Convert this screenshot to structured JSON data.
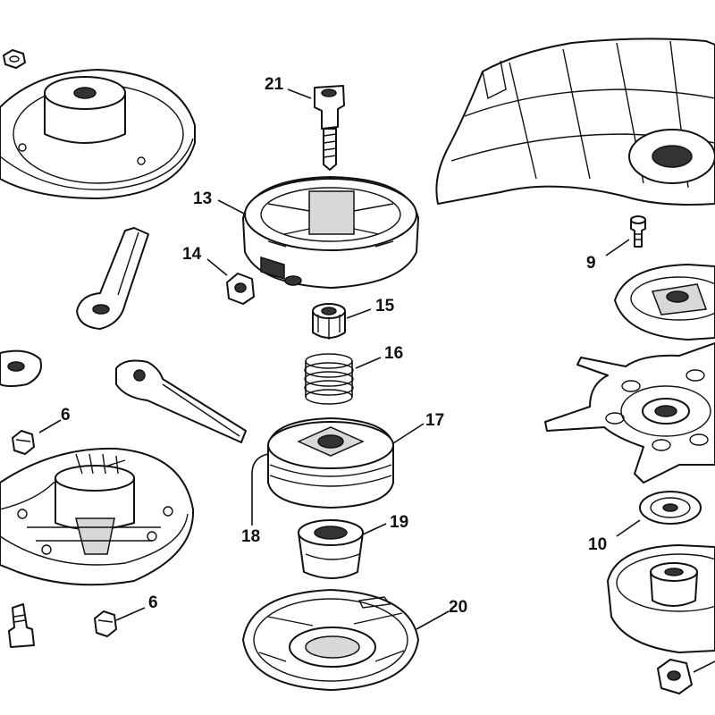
{
  "callouts": {
    "p6a": "6",
    "p6b": "6",
    "p9": "9",
    "p10": "10",
    "p13": "13",
    "p14": "14",
    "p15": "15",
    "p16": "16",
    "p17": "17",
    "p18": "18",
    "p19": "19",
    "p20": "20",
    "p21": "21"
  },
  "colors": {
    "line": "#111111",
    "paper": "#ffffff",
    "shade": "#d8d8d8"
  }
}
